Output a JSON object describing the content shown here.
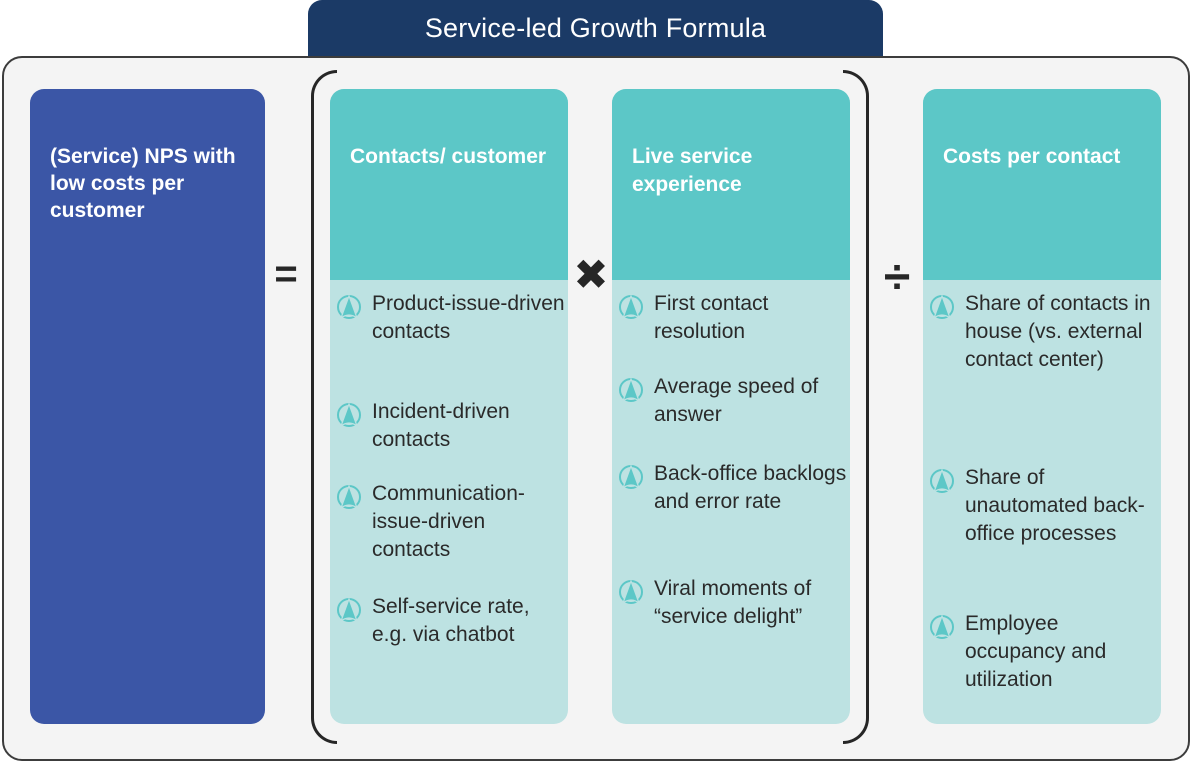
{
  "header": {
    "title": "Service-led Growth Formula"
  },
  "colors": {
    "title_tab": "#1b3a66",
    "outcome_box": "#3b56a6",
    "column_header": "#5cc7c7",
    "column_body": "#bde2e2",
    "icon": "#5cc7c7",
    "frame_border": "#3c3c3c"
  },
  "outcome": {
    "label": "(Service) NPS with low costs per customer"
  },
  "operators": {
    "equals": "=",
    "times": "✖",
    "divide": "÷"
  },
  "icon_name": "starfleet-insignia-icon",
  "columns": [
    {
      "title": "Contacts/ customer",
      "items": [
        "Product-issue-driven contacts",
        "Incident-driven contacts",
        "Communication-issue-driven contacts",
        "Self-service rate, e.g. via chatbot"
      ]
    },
    {
      "title": "Live service experience",
      "items": [
        "First contact resolution",
        "Average speed of answer",
        "Back-office backlogs and error rate",
        "Viral moments of “service delight”"
      ]
    },
    {
      "title": "Costs per contact",
      "items": [
        "Share of contacts in house (vs. external contact center)",
        "Share of unautomated back-office processes",
        "Employee occupancy and utilization"
      ]
    }
  ]
}
